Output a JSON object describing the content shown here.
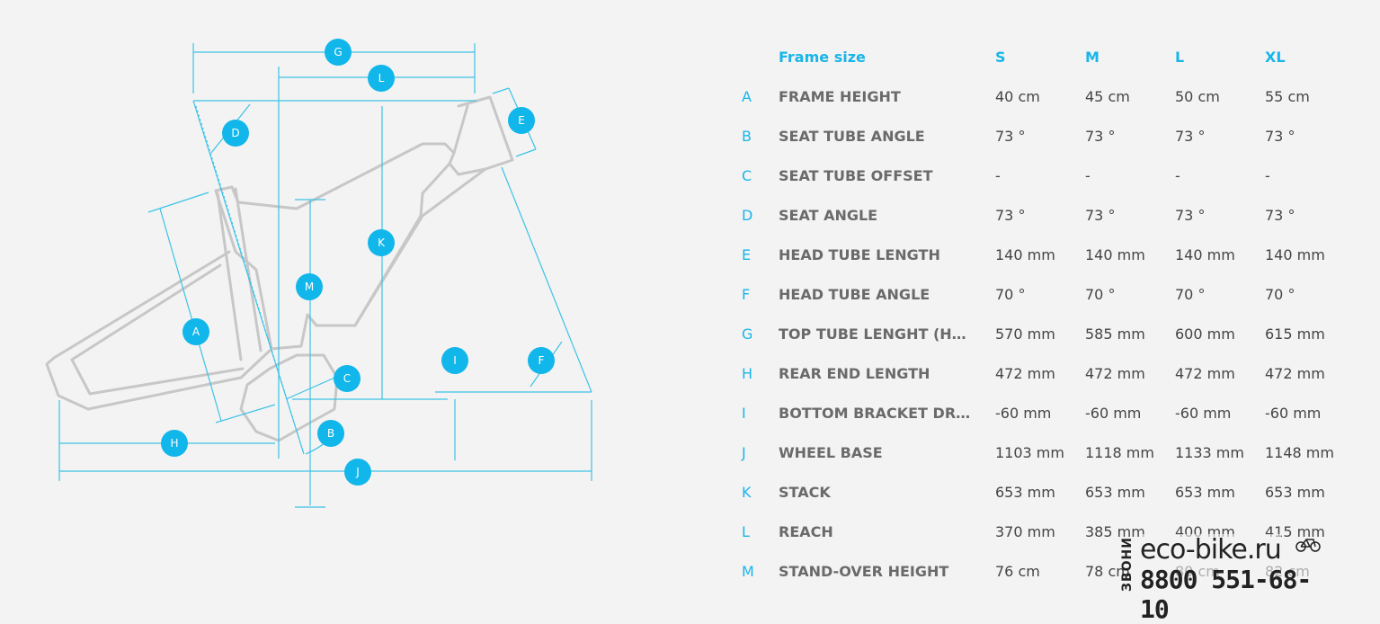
{
  "diagram": {
    "badges": [
      "G",
      "L",
      "E",
      "D",
      "K",
      "M",
      "A",
      "C",
      "I",
      "F",
      "B",
      "H",
      "J"
    ]
  },
  "table": {
    "header": {
      "frame_size": "Frame size",
      "sizes": [
        "S",
        "M",
        "L",
        "XL"
      ]
    },
    "rows": [
      {
        "letter": "A",
        "label": "FRAME HEIGHT",
        "values": [
          "40 cm",
          "45 cm",
          "50 cm",
          "55 cm"
        ]
      },
      {
        "letter": "B",
        "label": "SEAT TUBE ANGLE",
        "values": [
          "73 °",
          "73 °",
          "73 °",
          "73 °"
        ]
      },
      {
        "letter": "C",
        "label": "SEAT TUBE OFFSET",
        "values": [
          "-",
          "-",
          "-",
          "-"
        ]
      },
      {
        "letter": "D",
        "label": "SEAT ANGLE",
        "values": [
          "73 °",
          "73 °",
          "73 °",
          "73 °"
        ]
      },
      {
        "letter": "E",
        "label": "HEAD TUBE LENGTH",
        "values": [
          "140 mm",
          "140 mm",
          "140 mm",
          "140 mm"
        ]
      },
      {
        "letter": "F",
        "label": "HEAD TUBE ANGLE",
        "values": [
          "70 °",
          "70 °",
          "70 °",
          "70 °"
        ]
      },
      {
        "letter": "G",
        "label": "TOP TUBE LENGHT (HORIZ...",
        "values": [
          "570 mm",
          "585 mm",
          "600 mm",
          "615 mm"
        ]
      },
      {
        "letter": "H",
        "label": "REAR END LENGTH",
        "values": [
          "472 mm",
          "472 mm",
          "472 mm",
          "472 mm"
        ]
      },
      {
        "letter": "I",
        "label": "BOTTOM BRACKET DROP",
        "values": [
          "-60 mm",
          "-60 mm",
          "-60 mm",
          "-60 mm"
        ]
      },
      {
        "letter": "J",
        "label": "WHEEL BASE",
        "values": [
          "1103 mm",
          "1118 mm",
          "1133 mm",
          "1148 mm"
        ]
      },
      {
        "letter": "K",
        "label": "STACK",
        "values": [
          "653 mm",
          "653 mm",
          "653 mm",
          "653 mm"
        ]
      },
      {
        "letter": "L",
        "label": "REACH",
        "values": [
          "370 mm",
          "385 mm",
          "400 mm",
          "415 mm"
        ]
      },
      {
        "letter": "M",
        "label": "STAND-OVER HEIGHT",
        "values": [
          "76 cm",
          "78 cm",
          "80 cm",
          "82 cm"
        ]
      }
    ]
  },
  "watermark": {
    "vertical": "ЗВОНИ",
    "brand": "eco-bike.ru",
    "phone": "8800 551-68-10",
    "icon": "bicycle-icon"
  },
  "colors": {
    "accent": "#11b6ea",
    "label": "#6a6a6a",
    "frame": "#c7c7c7",
    "background": "#f3f3f3"
  }
}
